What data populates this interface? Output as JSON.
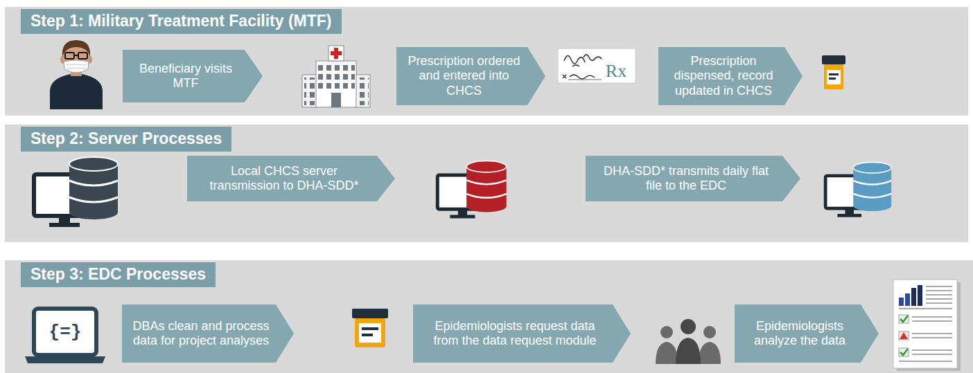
{
  "diagram": {
    "nodes": [
      {
        "text": [
          "Step 1: Military Treatment Facility (MTF)"
        ]
      },
      {
        "text": [
          "Beneficiary visits MTF"
        ],
        "in": 0
      },
      {
        "text": [
          "Prescription ordered and entered into CHCS"
        ],
        "in": 0
      },
      {
        "text": [
          "Prescription dispensed, record updated in CHCS"
        ],
        "in": 0
      },
      {
        "text": [
          "Step 2: Server Processes"
        ]
      },
      {
        "text": [
          "Local CHCS server transmission to DHA-SDD*"
        ],
        "in": 4
      },
      {
        "text": [
          "DHA-SDD* transmits daily flat file to the EDC"
        ],
        "in": 4
      },
      {
        "text": [
          "Step 3: EDC Processes"
        ]
      },
      {
        "text": [
          "DBAs clean and process data for project analyses"
        ],
        "in": 7
      },
      {
        "text": [
          "Epidemiologists request data from the data request module"
        ],
        "in": 7
      },
      {
        "text": [
          "Epidemiologists analyze the data"
        ],
        "in": 7
      }
    ],
    "labels": [
      "Rx",
      "{=}"
    ]
  }
}
